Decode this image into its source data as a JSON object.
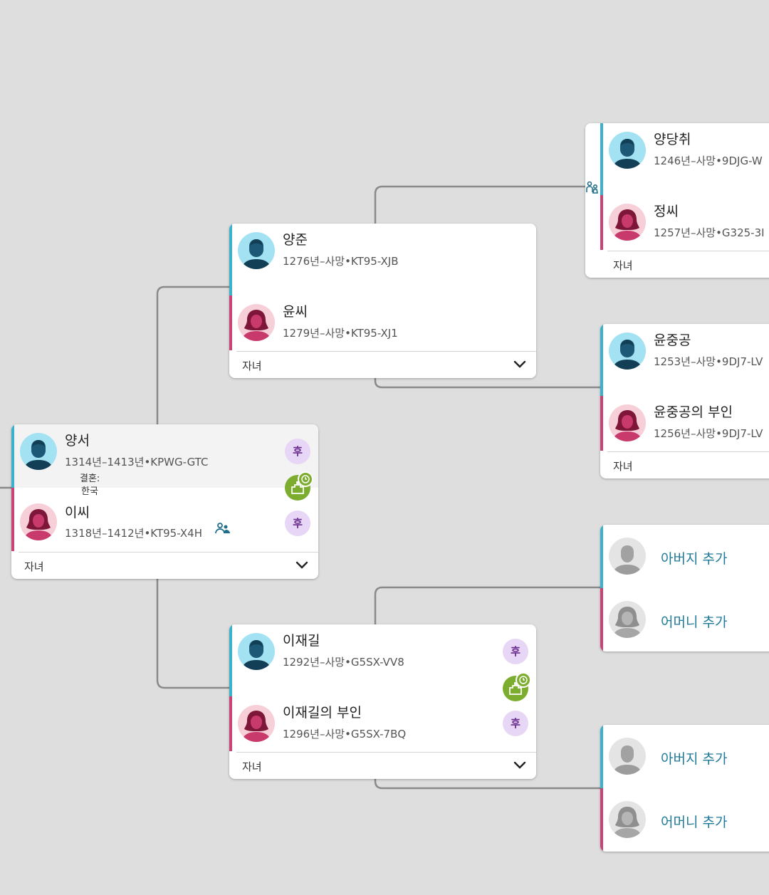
{
  "focus": {
    "husband": {
      "name": "양서",
      "dates": "1314년–1413년•KPWG-GTC"
    },
    "wife": {
      "name": "이씨",
      "dates": "1318년–1412년•KT95-X4H"
    },
    "marriage_label": "결혼:",
    "marriage_place": "한국",
    "children_label": "자녀",
    "badge_glyph": "후"
  },
  "father_couple": {
    "husband": {
      "name": "양준",
      "dates": "1276년–사망•KT95-XJB"
    },
    "wife": {
      "name": "윤씨",
      "dates": "1279년–사망•KT95-XJ1"
    },
    "children_label": "자녀"
  },
  "mother_couple": {
    "husband": {
      "name": "이재길",
      "dates": "1292년–사망•G5SX-VV8"
    },
    "wife": {
      "name": "이재길의 부인",
      "dates": "1296년–사망•G5SX-7BQ"
    },
    "children_label": "자녀",
    "badge_glyph": "후"
  },
  "gp1_couple": {
    "husband": {
      "name": "양당취",
      "dates": "1246년–사망•9DJG-W"
    },
    "wife": {
      "name": "정씨",
      "dates": "1257년–사망•G325-3I"
    },
    "children_label": "자녀"
  },
  "gp2_couple": {
    "husband": {
      "name": "윤중공",
      "dates": "1253년–사망•9DJ7-LV"
    },
    "wife": {
      "name": "윤중공의 부인",
      "dates": "1256년–사망•9DJ7-LV"
    },
    "children_label": "자녀"
  },
  "gp3_couple": {
    "add_father": "아버지 추가",
    "add_mother": "어머니 추가"
  },
  "gp4_couple": {
    "add_father": "아버지 추가",
    "add_mother": "어머니 추가"
  },
  "colors": {
    "male_bar": "#3bb1cb",
    "female_bar": "#c94474",
    "add_link": "#1f7a99",
    "event": "#7cad2f",
    "badge_bg": "#e7d6f5"
  },
  "icons": [
    "male-avatar-icon",
    "female-avatar-icon",
    "sources-badge-icon",
    "event-record-icon",
    "clock-icon",
    "relationship-icon",
    "chevron-down-icon",
    "couple-link-icon"
  ]
}
